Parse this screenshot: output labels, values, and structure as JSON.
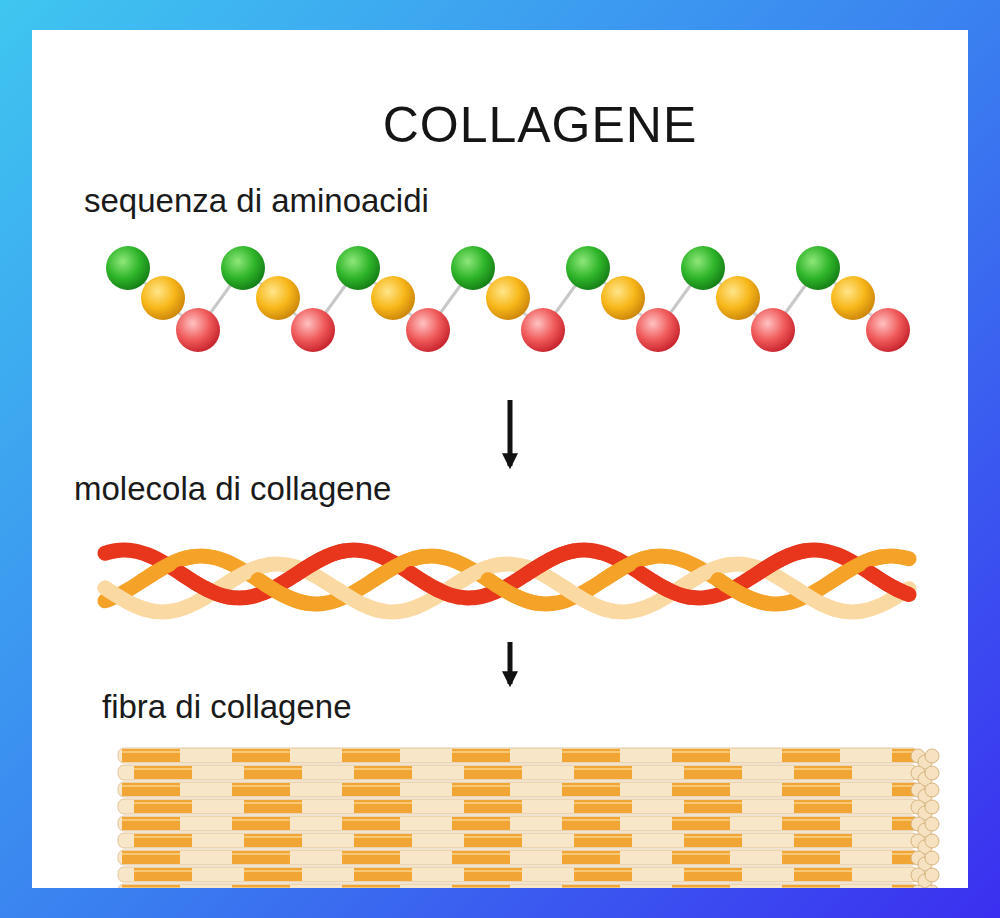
{
  "diagram": {
    "title": "COLLAGENE",
    "nodes": [
      {
        "text": [
          "sequenza di aminoacidi"
        ]
      },
      {
        "text": [
          "molecola di collagene"
        ]
      },
      {
        "text": [
          "fibra di collagene"
        ]
      }
    ],
    "edges": [
      {
        "from": 0,
        "to": 1,
        "arrow": "to"
      },
      {
        "from": 1,
        "to": 2,
        "arrow": "to"
      }
    ]
  }
}
